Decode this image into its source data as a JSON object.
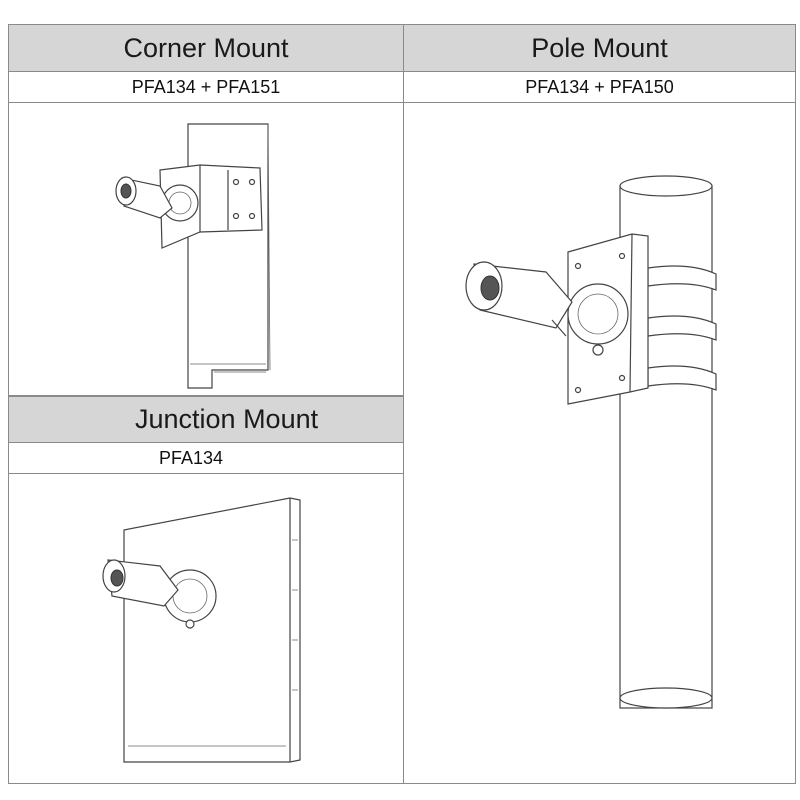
{
  "corner": {
    "title": "Corner Mount",
    "model": "PFA134 + PFA151"
  },
  "pole": {
    "title": "Pole Mount",
    "model": "PFA134 + PFA150"
  },
  "junction": {
    "title": "Junction Mount",
    "model": "PFA134"
  }
}
